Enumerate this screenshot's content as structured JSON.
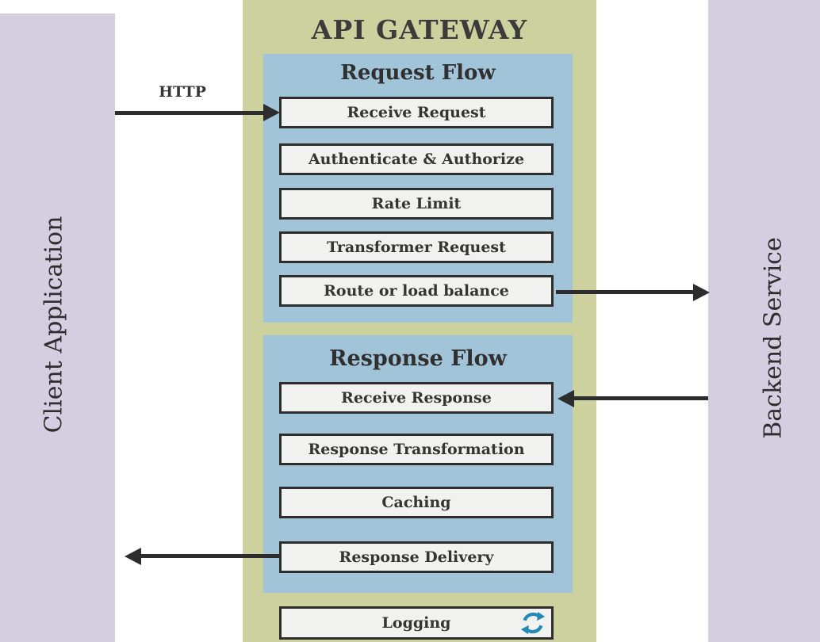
{
  "title": "API GATEWAY",
  "left_panel": {
    "label": "Client Application"
  },
  "right_panel": {
    "label": "Backend Service"
  },
  "request_flow": {
    "title": "Request Flow",
    "steps": [
      "Receive Request",
      "Authenticate & Authorize",
      "Rate Limit",
      "Transformer Request",
      "Route or load balance"
    ]
  },
  "response_flow": {
    "title": "Response Flow",
    "steps": [
      "Receive Response",
      "Response Transformation",
      "Caching",
      "Response Delivery"
    ]
  },
  "logging": {
    "label": "Logging",
    "icon": "refresh-icon"
  },
  "arrows": {
    "http_label": "HTTP",
    "client_to_gateway": "Client Application -> Receive Request",
    "gateway_to_backend": "Route or load balance -> Backend Service",
    "backend_to_gateway": "Backend Service -> Receive Response",
    "gateway_to_client": "Response Delivery -> Client Application"
  },
  "colors": {
    "lavender": "#d3cfe0",
    "olive": "#ccd19e",
    "blue": "#a2c4d8",
    "box_fill": "#f1f1ef",
    "dark": "#2d2d2d",
    "text_dark": "#343434",
    "icon_blue": "#2089b8"
  }
}
